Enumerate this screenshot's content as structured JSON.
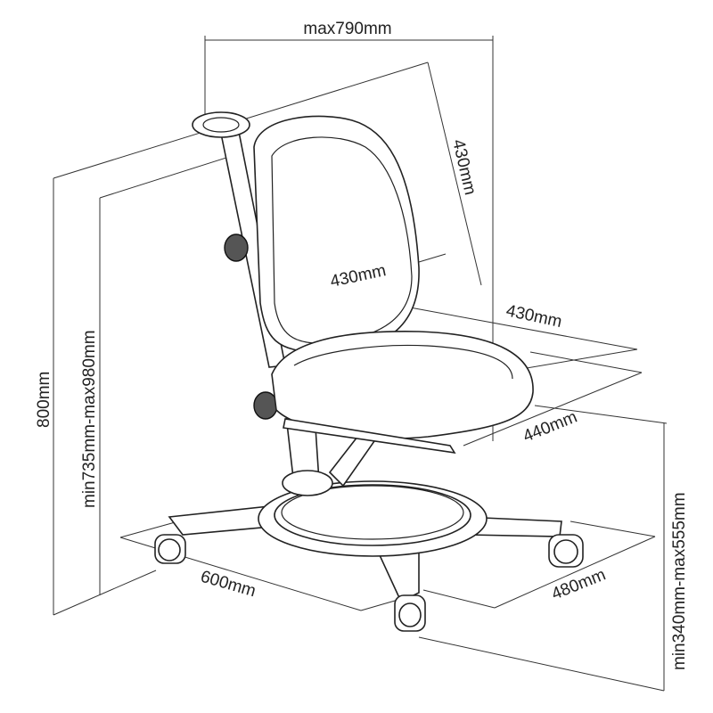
{
  "diagram": {
    "dimensions": {
      "max_width": "max790mm",
      "back_height": "430mm",
      "back_width": "430mm",
      "seat_width": "430mm",
      "seat_depth": "440mm",
      "overall_height": "800mm",
      "back_height_range": "min735mm-max980mm",
      "seat_height_range": "min340mm-max555mm",
      "base_width": "600mm",
      "base_depth": "480mm"
    }
  }
}
